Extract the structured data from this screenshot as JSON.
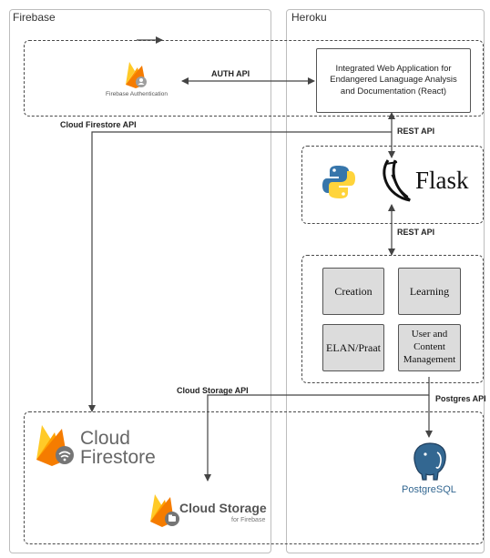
{
  "columns": {
    "firebase": "Firebase",
    "heroku": "Heroku"
  },
  "web_app": {
    "text": "Integrated Web Application for Endangered Lanaguage Analysis and Documentation (React)"
  },
  "firebase_auth": {
    "caption": "Firebase Authentication"
  },
  "flask": {
    "wordmark": "Flask"
  },
  "modules": {
    "creation": "Creation",
    "learning": "Learning",
    "elan_praat": "ELAN/Praat",
    "user_content": "User and Content Management"
  },
  "connections": {
    "auth_api": "AUTH API",
    "cloud_firestore_api": "Cloud Firestore API",
    "rest_api_top": "REST API",
    "rest_api_bottom": "REST API",
    "cloud_storage_api": "Cloud Storage API",
    "postgres_api": "Postgres API"
  },
  "cloud_firestore": {
    "line1": "Cloud",
    "line2": "Firestore"
  },
  "cloud_storage": {
    "title": "Cloud Storage",
    "subtitle": "for Firebase"
  },
  "postgres": {
    "name": "PostgreSQL"
  },
  "colors": {
    "firebase_yellow": "#FFCA28",
    "firebase_orange": "#F57C00",
    "firebase_amber": "#FFA000",
    "python_blue": "#3776AB",
    "python_yellow": "#FFD43B",
    "postgres_blue": "#336791",
    "module_fill": "#dcdcdc"
  }
}
